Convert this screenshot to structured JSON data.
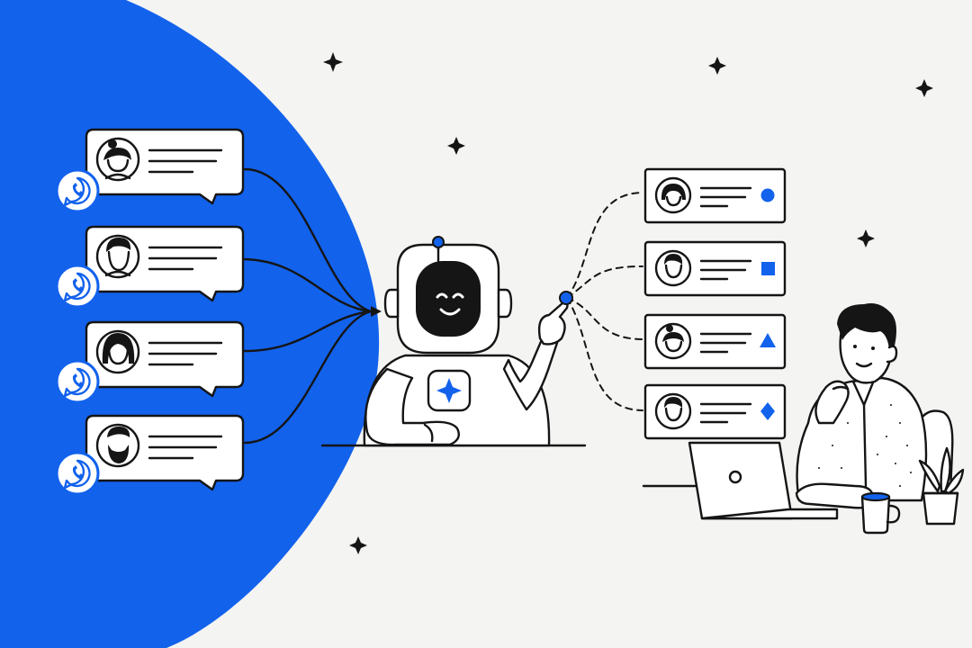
{
  "colors": {
    "accent": "#1262ec",
    "background": "#f4f4f2",
    "ink": "#151515",
    "card": "#ffffff"
  },
  "incoming_messages": [
    {
      "avatar": "woman-bun-avatar",
      "channel_icon": "whatsapp-icon"
    },
    {
      "avatar": "man-short-hair-avatar",
      "channel_icon": "whatsapp-icon"
    },
    {
      "avatar": "woman-long-hair-avatar",
      "channel_icon": "whatsapp-icon"
    },
    {
      "avatar": "bearded-man-avatar",
      "channel_icon": "whatsapp-icon"
    }
  ],
  "bot": {
    "icon": "robot-icon",
    "badge_icon": "sparkle-icon"
  },
  "routed_queue": [
    {
      "avatar": "woman-short-hair-avatar",
      "tag_icon": "circle-icon"
    },
    {
      "avatar": "man-short-hair-avatar",
      "tag_icon": "square-icon"
    },
    {
      "avatar": "woman-bun-avatar",
      "tag_icon": "triangle-icon"
    },
    {
      "avatar": "man-short-hair-avatar",
      "tag_icon": "diamond-icon"
    }
  ],
  "agent": {
    "icon": "support-agent-icon",
    "device_icon": "laptop-icon",
    "mug_icon": "mug-icon",
    "plant_icon": "plant-icon"
  }
}
